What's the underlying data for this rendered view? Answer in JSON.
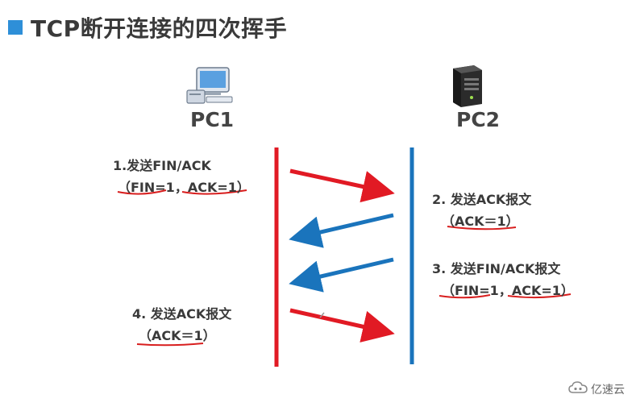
{
  "title": "TCP断开连接的四次挥手",
  "hosts": {
    "left": "PC1",
    "right": "PC2"
  },
  "steps": [
    {
      "line1": "1.发送FIN/ACK",
      "line2": "（FIN=1，ACK=1）"
    },
    {
      "line1": "2. 发送ACK报文",
      "line2": "（ACK＝1）"
    },
    {
      "line1": "3. 发送FIN/ACK报文",
      "line2": "（FIN=1，ACK=1）"
    },
    {
      "line1": "4. 发送ACK报文",
      "line2": "（ACK＝1）"
    }
  ],
  "watermark": "亿速云",
  "colors": {
    "accent": "#2e8fd8",
    "pc1_line": "#e11a24",
    "pc2_line": "#1a74bc",
    "underline": "#d81e1e"
  }
}
